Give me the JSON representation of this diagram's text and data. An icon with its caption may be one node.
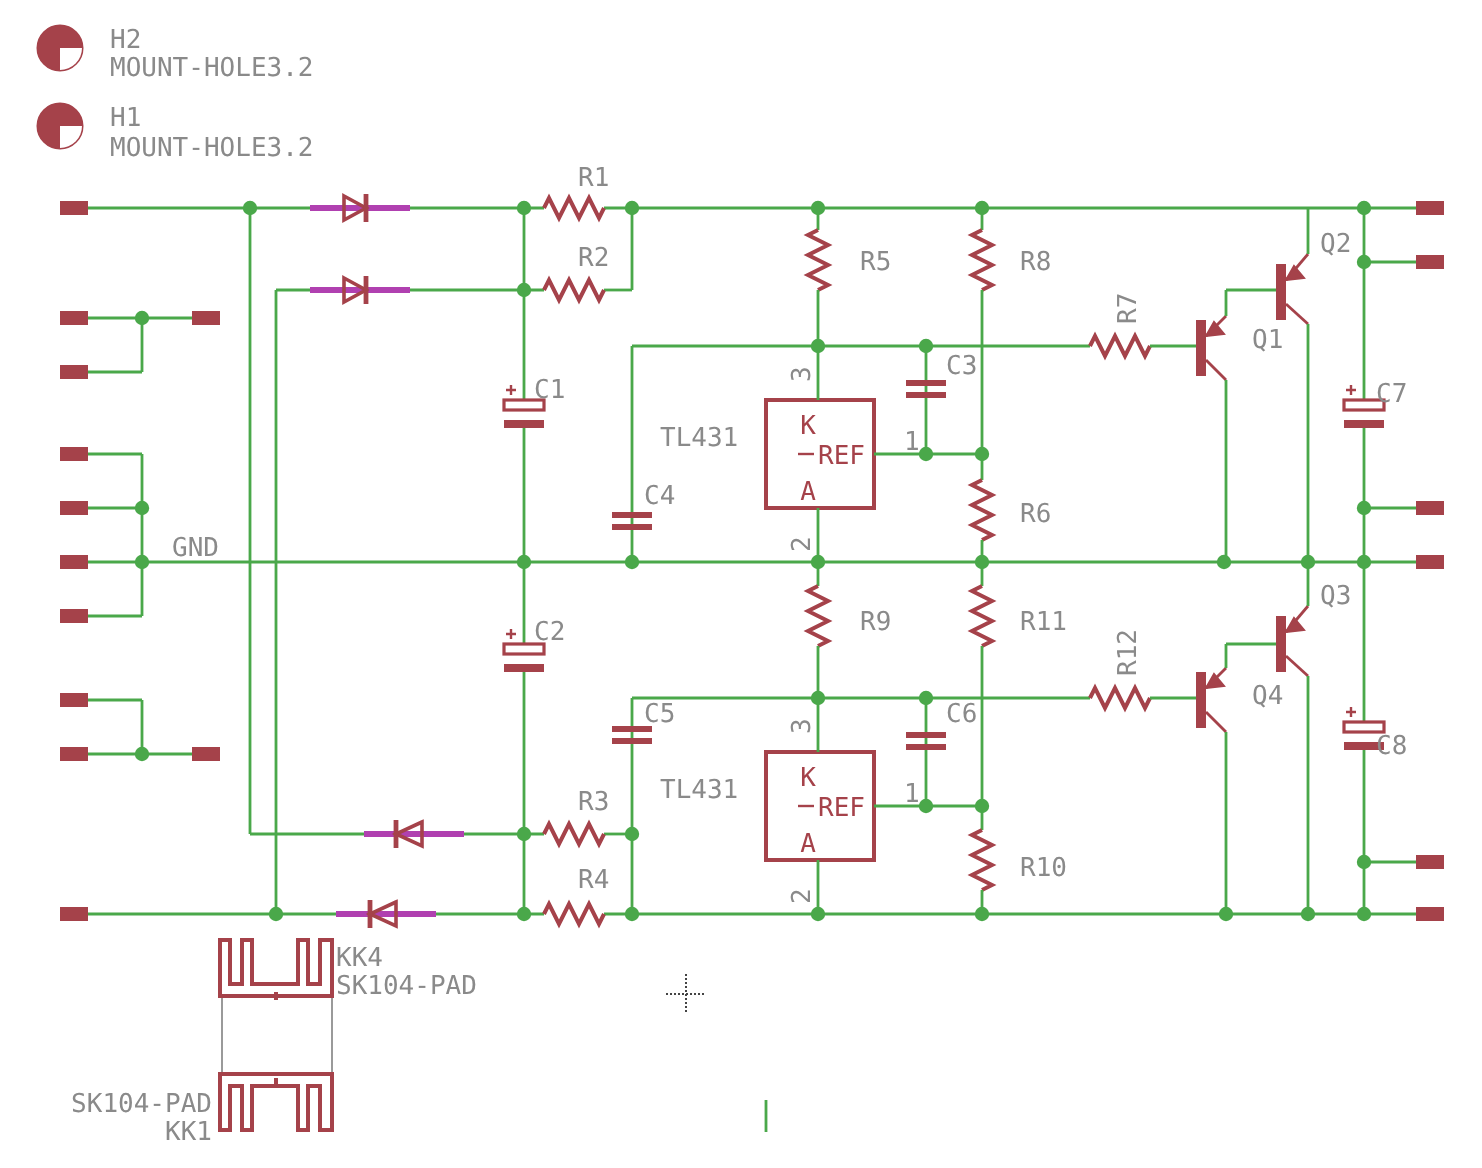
{
  "diagram": {
    "labels": [
      "H2",
      "MOUNT-HOLE3.2",
      "H1",
      "MOUNT-HOLE3.2",
      "R1",
      "R2",
      "R5",
      "R8",
      "Q2",
      "R7",
      "Q1",
      "C3",
      "3",
      "C1",
      "C7",
      "K",
      "TL431",
      "1",
      "REF",
      "C4",
      "A",
      "R6",
      "2",
      "GND",
      "R9",
      "R11",
      "Q3",
      "C2",
      "R12",
      "Q4",
      "C5",
      "C6",
      "3",
      "C8",
      "TL431",
      "K",
      "R3",
      "1",
      "REF",
      "A",
      "R4",
      "R10",
      "2",
      "KK4",
      "SK104-PAD",
      "SK104-PAD",
      "KK1"
    ]
  }
}
